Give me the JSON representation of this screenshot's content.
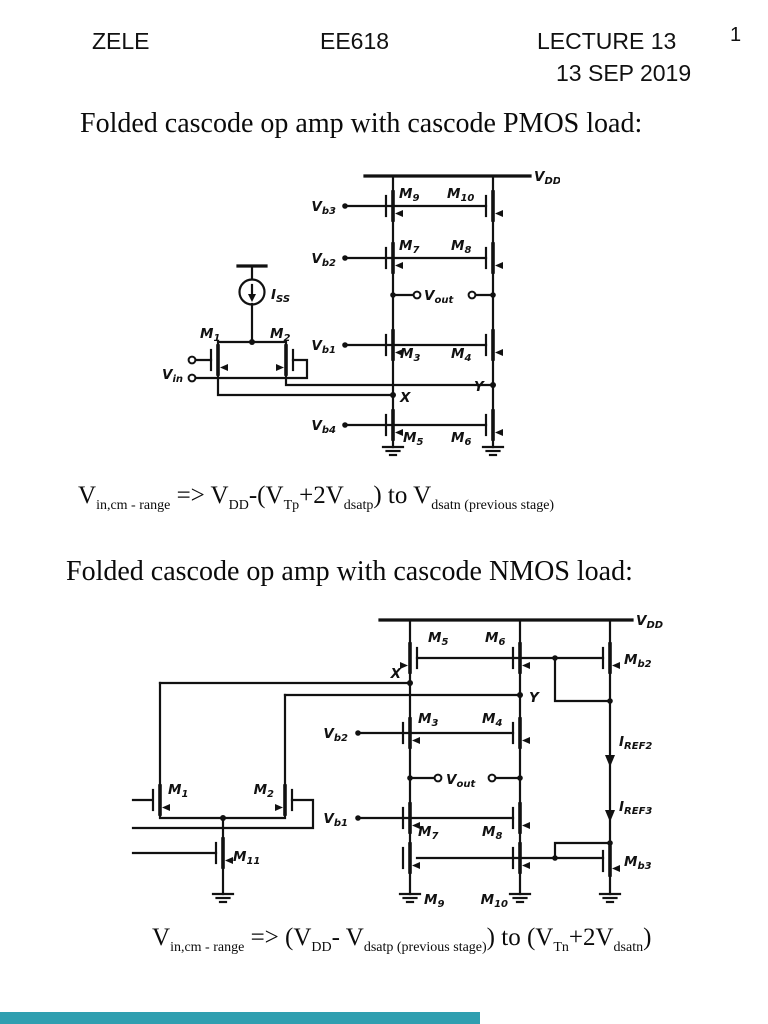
{
  "page": {
    "background": "#ffffff",
    "accent_bar_color": "#2f9fb0"
  },
  "header": {
    "author": "ZELE",
    "course": "EE618",
    "lecture": "LECTURE 13",
    "page_number": "1",
    "date": "13 SEP 2019"
  },
  "sections": [
    {
      "title": "Folded cascode op amp with cascode PMOS load:"
    },
    {
      "title": "Folded cascode op amp with cascode NMOS load:"
    }
  ],
  "formula1": {
    "parts": [
      {
        "t": "V"
      },
      {
        "t": "in,cm - range",
        "sub": true
      },
      {
        "t": " => V"
      },
      {
        "t": "DD",
        "sub": true
      },
      {
        "t": "-(V"
      },
      {
        "t": "Tp",
        "sub": true
      },
      {
        "t": "+2V"
      },
      {
        "t": "dsatp",
        "sub": true
      },
      {
        "t": ")  to V"
      },
      {
        "t": "dsatn (previous stage)",
        "sub": true
      }
    ]
  },
  "formula2": {
    "parts": [
      {
        "t": "V"
      },
      {
        "t": "in,cm - range",
        "sub": true
      },
      {
        "t": " => (V"
      },
      {
        "t": "DD",
        "sub": true
      },
      {
        "t": "- V"
      },
      {
        "t": "dsatp (previous stage)",
        "sub": true
      },
      {
        "t": ") to (V"
      },
      {
        "t": "Tn",
        "sub": true
      },
      {
        "t": "+2V"
      },
      {
        "t": "dsatn",
        "sub": true
      },
      {
        "t": ")"
      }
    ]
  },
  "circuit1": {
    "labels": {
      "vdd": {
        "m": "V",
        "s": "DD"
      },
      "vb3": {
        "m": "V",
        "s": "b3"
      },
      "vb2": {
        "m": "V",
        "s": "b2"
      },
      "vb1": {
        "m": "V",
        "s": "b1"
      },
      "vb4": {
        "m": "V",
        "s": "b4"
      },
      "m9": {
        "m": "M",
        "s": "9"
      },
      "m10": {
        "m": "M",
        "s": "10"
      },
      "m7": {
        "m": "M",
        "s": "7"
      },
      "m8": {
        "m": "M",
        "s": "8"
      },
      "m3": {
        "m": "M",
        "s": "3"
      },
      "m4": {
        "m": "M",
        "s": "4"
      },
      "m5": {
        "m": "M",
        "s": "5"
      },
      "m6": {
        "m": "M",
        "s": "6"
      },
      "m1": {
        "m": "M",
        "s": "1"
      },
      "m2": {
        "m": "M",
        "s": "2"
      },
      "vout": {
        "m": "V",
        "s": "out"
      },
      "vin": {
        "m": "V",
        "s": "in"
      },
      "iss": {
        "m": "I",
        "s": "SS"
      },
      "x": "X",
      "y": "Y"
    }
  },
  "circuit2": {
    "labels": {
      "vdd": {
        "m": "V",
        "s": "DD"
      },
      "m5": {
        "m": "M",
        "s": "5"
      },
      "m6": {
        "m": "M",
        "s": "6"
      },
      "mb2": {
        "m": "M",
        "s": "b2"
      },
      "mb3": {
        "m": "M",
        "s": "b3"
      },
      "m3": {
        "m": "M",
        "s": "3"
      },
      "m4": {
        "m": "M",
        "s": "4"
      },
      "m7": {
        "m": "M",
        "s": "7"
      },
      "m8": {
        "m": "M",
        "s": "8"
      },
      "m9": {
        "m": "M",
        "s": "9"
      },
      "m10": {
        "m": "M",
        "s": "10"
      },
      "m1": {
        "m": "M",
        "s": "1"
      },
      "m2": {
        "m": "M",
        "s": "2"
      },
      "m11": {
        "m": "M",
        "s": "11"
      },
      "vb2": {
        "m": "V",
        "s": "b2"
      },
      "vb1": {
        "m": "V",
        "s": "b1"
      },
      "vout": {
        "m": "V",
        "s": "out"
      },
      "iref2": {
        "m": "I",
        "s": "REF2"
      },
      "iref3": {
        "m": "I",
        "s": "REF3"
      },
      "x": "X",
      "y": "Y"
    }
  }
}
